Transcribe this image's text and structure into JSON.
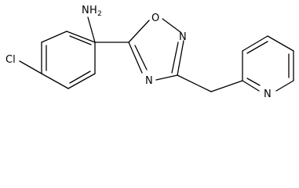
{
  "molecule": {
    "atoms": {
      "amine": {
        "element": "N",
        "hydrogen": "H",
        "h_count": "2"
      },
      "chlorine": {
        "element": "Cl"
      },
      "ring_oxygen": {
        "element": "O"
      },
      "ring_nitrogen_upper": {
        "element": "N"
      },
      "ring_nitrogen_lower": {
        "element": "N"
      },
      "pyridine_nitrogen": {
        "element": "N"
      }
    }
  }
}
